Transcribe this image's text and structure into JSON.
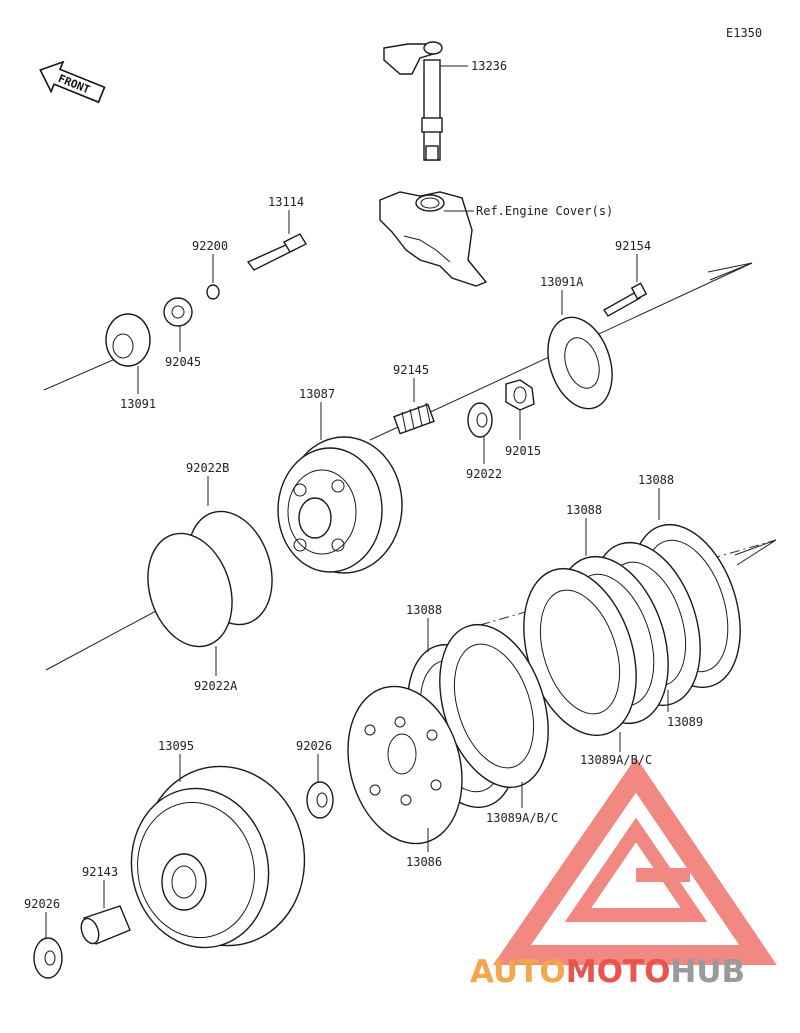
{
  "diagram": {
    "code": "E1350",
    "front_label": "FRONT",
    "labels": {
      "p13236": "13236",
      "ref_cover": "Ref.Engine Cover(s)",
      "p13114": "13114",
      "p92200": "92200",
      "p92154": "92154",
      "p13091A": "13091A",
      "p92045": "92045",
      "p13091": "13091",
      "p92145": "92145",
      "p13087": "13087",
      "p92022": "92022",
      "p92015": "92015",
      "p92022B": "92022B",
      "p92022A": "92022A",
      "p13088_a": "13088",
      "p13088_b": "13088",
      "p13088_c": "13088",
      "p13089": "13089",
      "p13089ABC_a": "13089A/B/C",
      "p13089ABC_b": "13089A/B/C",
      "p13095": "13095",
      "p92026_a": "92026",
      "p13086": "13086",
      "p92143": "92143",
      "p92026_b": "92026"
    }
  },
  "watermark": {
    "part1": "AUTO",
    "part2": "MOTO",
    "part3": "HUB",
    "colors": {
      "red": "#e9544f",
      "orange": "#f3a64a",
      "gray": "#9a9a9a",
      "logo": "#f07c75"
    }
  }
}
